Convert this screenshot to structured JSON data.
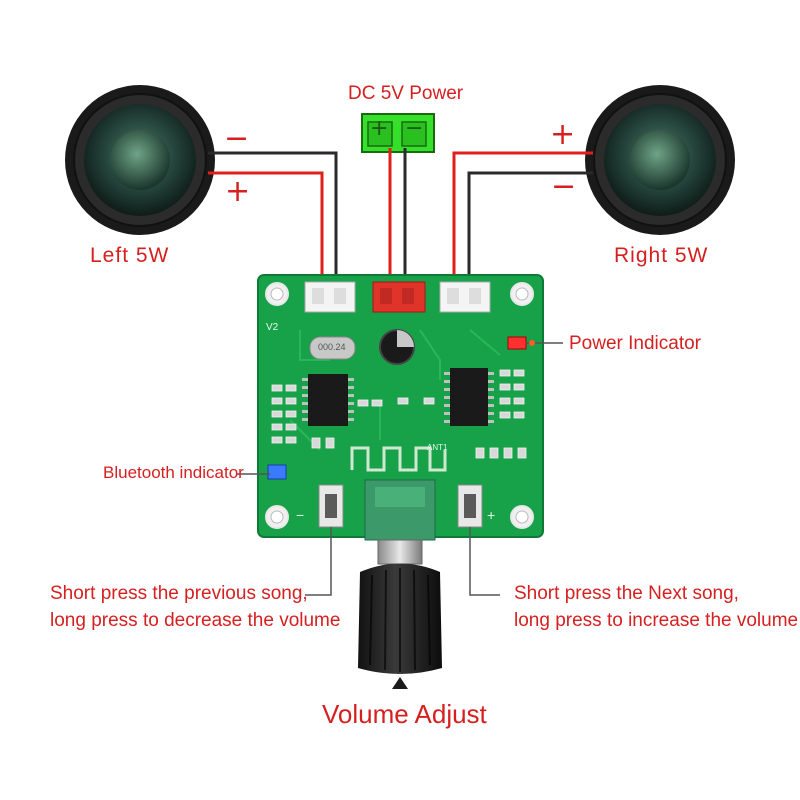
{
  "labels": {
    "power_supply": "DC 5V Power",
    "power_plus": "+",
    "power_minus": "−",
    "left_speaker": "Left 5W",
    "right_speaker": "Right 5W",
    "left_minus": "−",
    "left_plus": "+",
    "right_plus": "+",
    "right_minus": "−",
    "power_indicator": "Power Indicator",
    "bluetooth_indicator": "Bluetooth indicator",
    "prev_line1": "Short press the previous song,",
    "prev_line2": "long press to decrease the volume",
    "next_line1": "Short press the Next song,",
    "next_line2": "long press to increase the volume",
    "volume": "Volume Adjust"
  },
  "board": {
    "version": "V2",
    "crystal": "000.24",
    "antenna": "ANT1",
    "button_minus": "−",
    "button_plus": "+"
  },
  "colors": {
    "pcb": "#17a24a",
    "label_red": "#d62020",
    "wire_red": "#e0201c",
    "wire_black": "#2a2a2a",
    "power_green": "#35e02a"
  }
}
